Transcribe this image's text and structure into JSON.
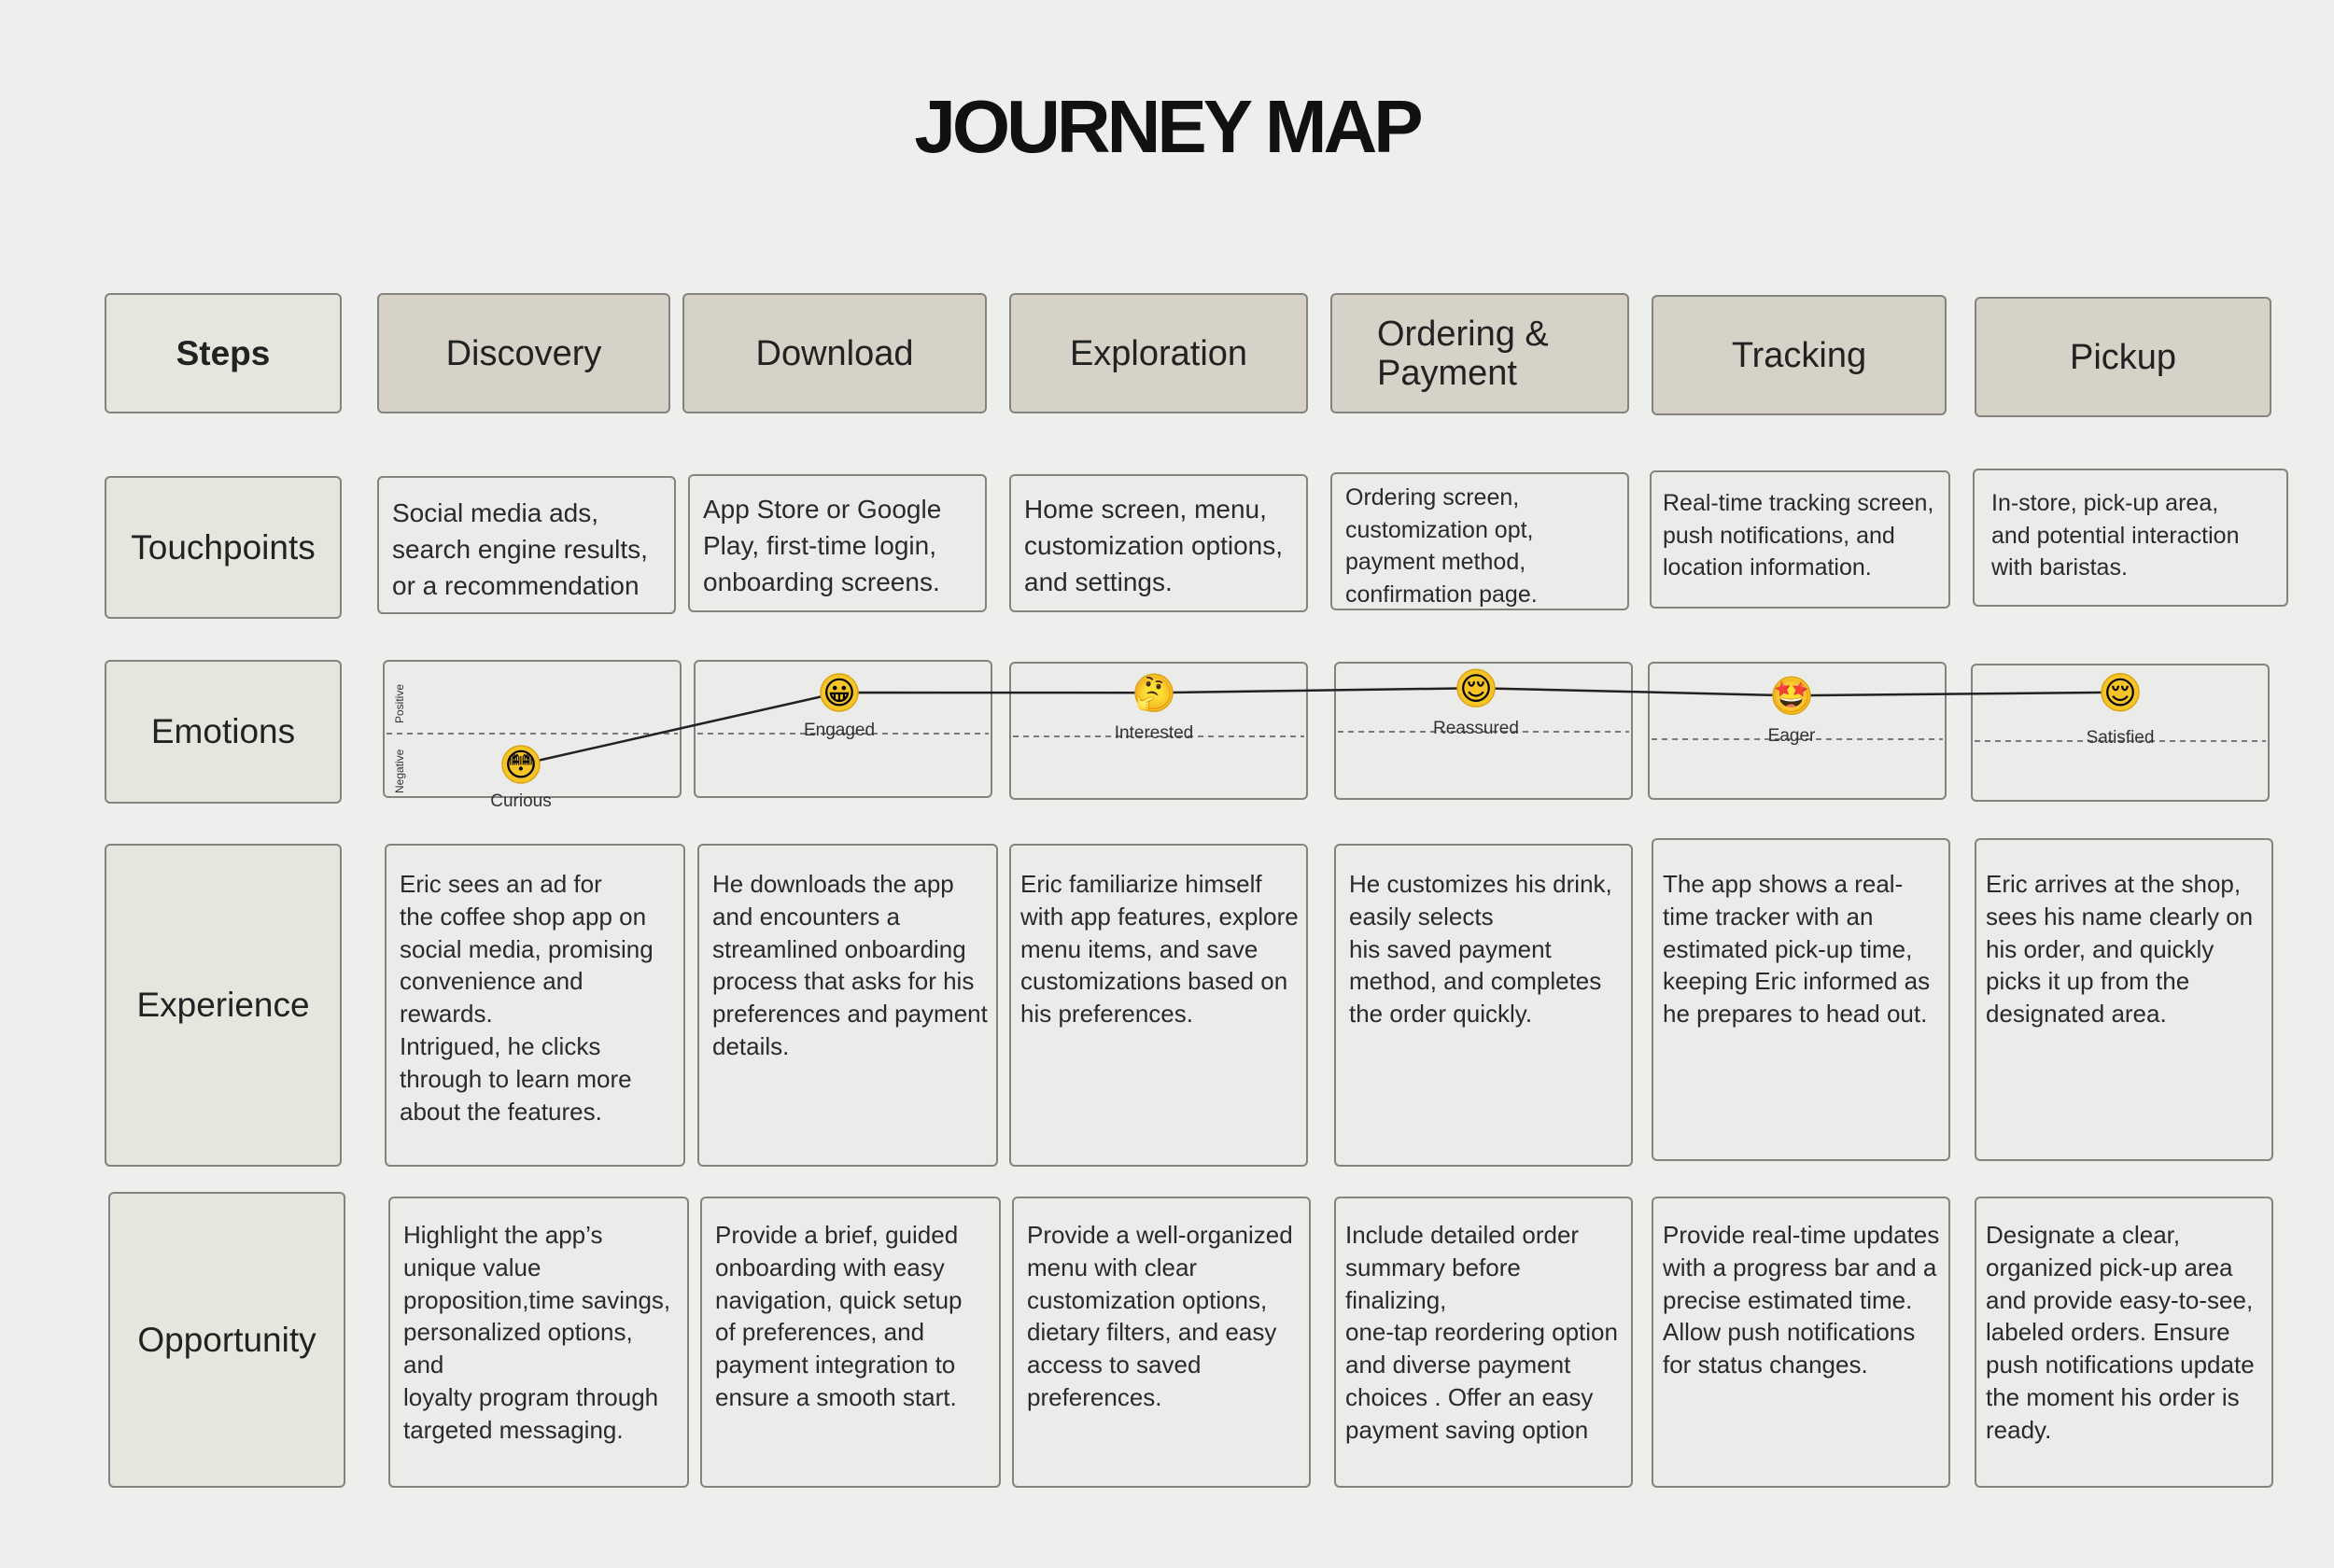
{
  "title": "JOURNEY MAP",
  "rows": {
    "steps": "Steps",
    "touchpoints": "Touchpoints",
    "emotions": "Emotions",
    "experience": "Experience",
    "opportunity": "Opportunity"
  },
  "emotion_axis": {
    "positive": "Positive",
    "negative": "Negative"
  },
  "stages": [
    {
      "step": "Discovery",
      "touchpoint": "Social media ads,\nsearch engine results,\nor a recommendation",
      "emotion": {
        "label": "Curious",
        "level": -0.6,
        "emoji": "😳",
        "icon": "flushed-face-icon"
      },
      "experience": "Eric sees an ad for\nthe coffee shop app on\nsocial media, promising\nconvenience and rewards.\nIntrigued, he clicks\nthrough to learn more\nabout the features.",
      "opportunity": "Highlight the app’s\nunique value\nproposition,time savings,\npersonalized options, and\nloyalty program through\ntargeted messaging."
    },
    {
      "step": "Download",
      "touchpoint": "App Store or Google\nPlay, first-time login,\nonboarding screens.",
      "emotion": {
        "label": "Engaged",
        "level": 0.8,
        "emoji": "😀",
        "icon": "grinning-face-icon"
      },
      "experience": "He downloads the app\nand encounters a\nstreamlined onboarding\nprocess that asks for his\npreferences and payment\ndetails.",
      "opportunity": "Provide a brief, guided\nonboarding with easy\nnavigation, quick setup\nof preferences, and\npayment integration to\nensure a smooth start."
    },
    {
      "step": "Exploration",
      "touchpoint": "Home screen, menu,\ncustomization options,\nand settings.",
      "emotion": {
        "label": "Interested",
        "level": 0.85,
        "emoji": "🤔",
        "icon": "thinking-face-icon"
      },
      "experience": "Eric familiarize himself\nwith app features, explore\nmenu items, and save\ncustomizations based on\nhis preferences.",
      "opportunity": "Provide a well-organized\nmenu with clear\ncustomization options,\ndietary filters, and easy\naccess to saved\npreferences."
    },
    {
      "step": "Ordering & Payment",
      "touchpoint": "Ordering screen,\ncustomization opt,\npayment method,\nconfirmation page.",
      "emotion": {
        "label": "Reassured",
        "level": 0.85,
        "emoji": "😌",
        "icon": "relieved-face-icon"
      },
      "experience": "He customizes his drink,\neasily selects\nhis saved payment\nmethod, and completes\nthe order quickly.",
      "opportunity": "Include  detailed order\nsummary before finalizing,\none-tap reordering option\nand diverse payment\nchoices . Offer an easy\npayment saving option"
    },
    {
      "step": "Tracking",
      "touchpoint": "Real-time tracking screen,\npush notifications, and\nlocation information.",
      "emotion": {
        "label": "Eager",
        "level": 0.85,
        "emoji": "🤩",
        "icon": "star-struck-face-icon"
      },
      "experience": "The app shows a real-\ntime tracker with an\nestimated pick-up time,\nkeeping Eric informed as\nhe prepares to head out.",
      "opportunity": "Provide real-time updates\nwith a progress bar and a\nprecise estimated time.\nAllow push notifications\nfor status changes."
    },
    {
      "step": "Pickup",
      "touchpoint": "In-store, pick-up area,\nand potential interaction\nwith baristas.",
      "emotion": {
        "label": "Satisfied",
        "level": 0.95,
        "emoji": "😌",
        "icon": "smiling-face-icon"
      },
      "experience": "Eric arrives at the shop,\nsees his name clearly on\nhis order, and quickly\npicks it up from the\ndesignated area.",
      "opportunity": "Designate a clear,\norganized pick-up area\nand provide easy-to-see,\nlabeled orders. Ensure\npush notifications update\nthe moment his order is\nready."
    }
  ],
  "colors": {
    "background": "#eeeeec",
    "step_fill": "#d6d2c8",
    "header_fill": "#e6e5de",
    "border": "#858380",
    "emoji": "#f6c426"
  }
}
